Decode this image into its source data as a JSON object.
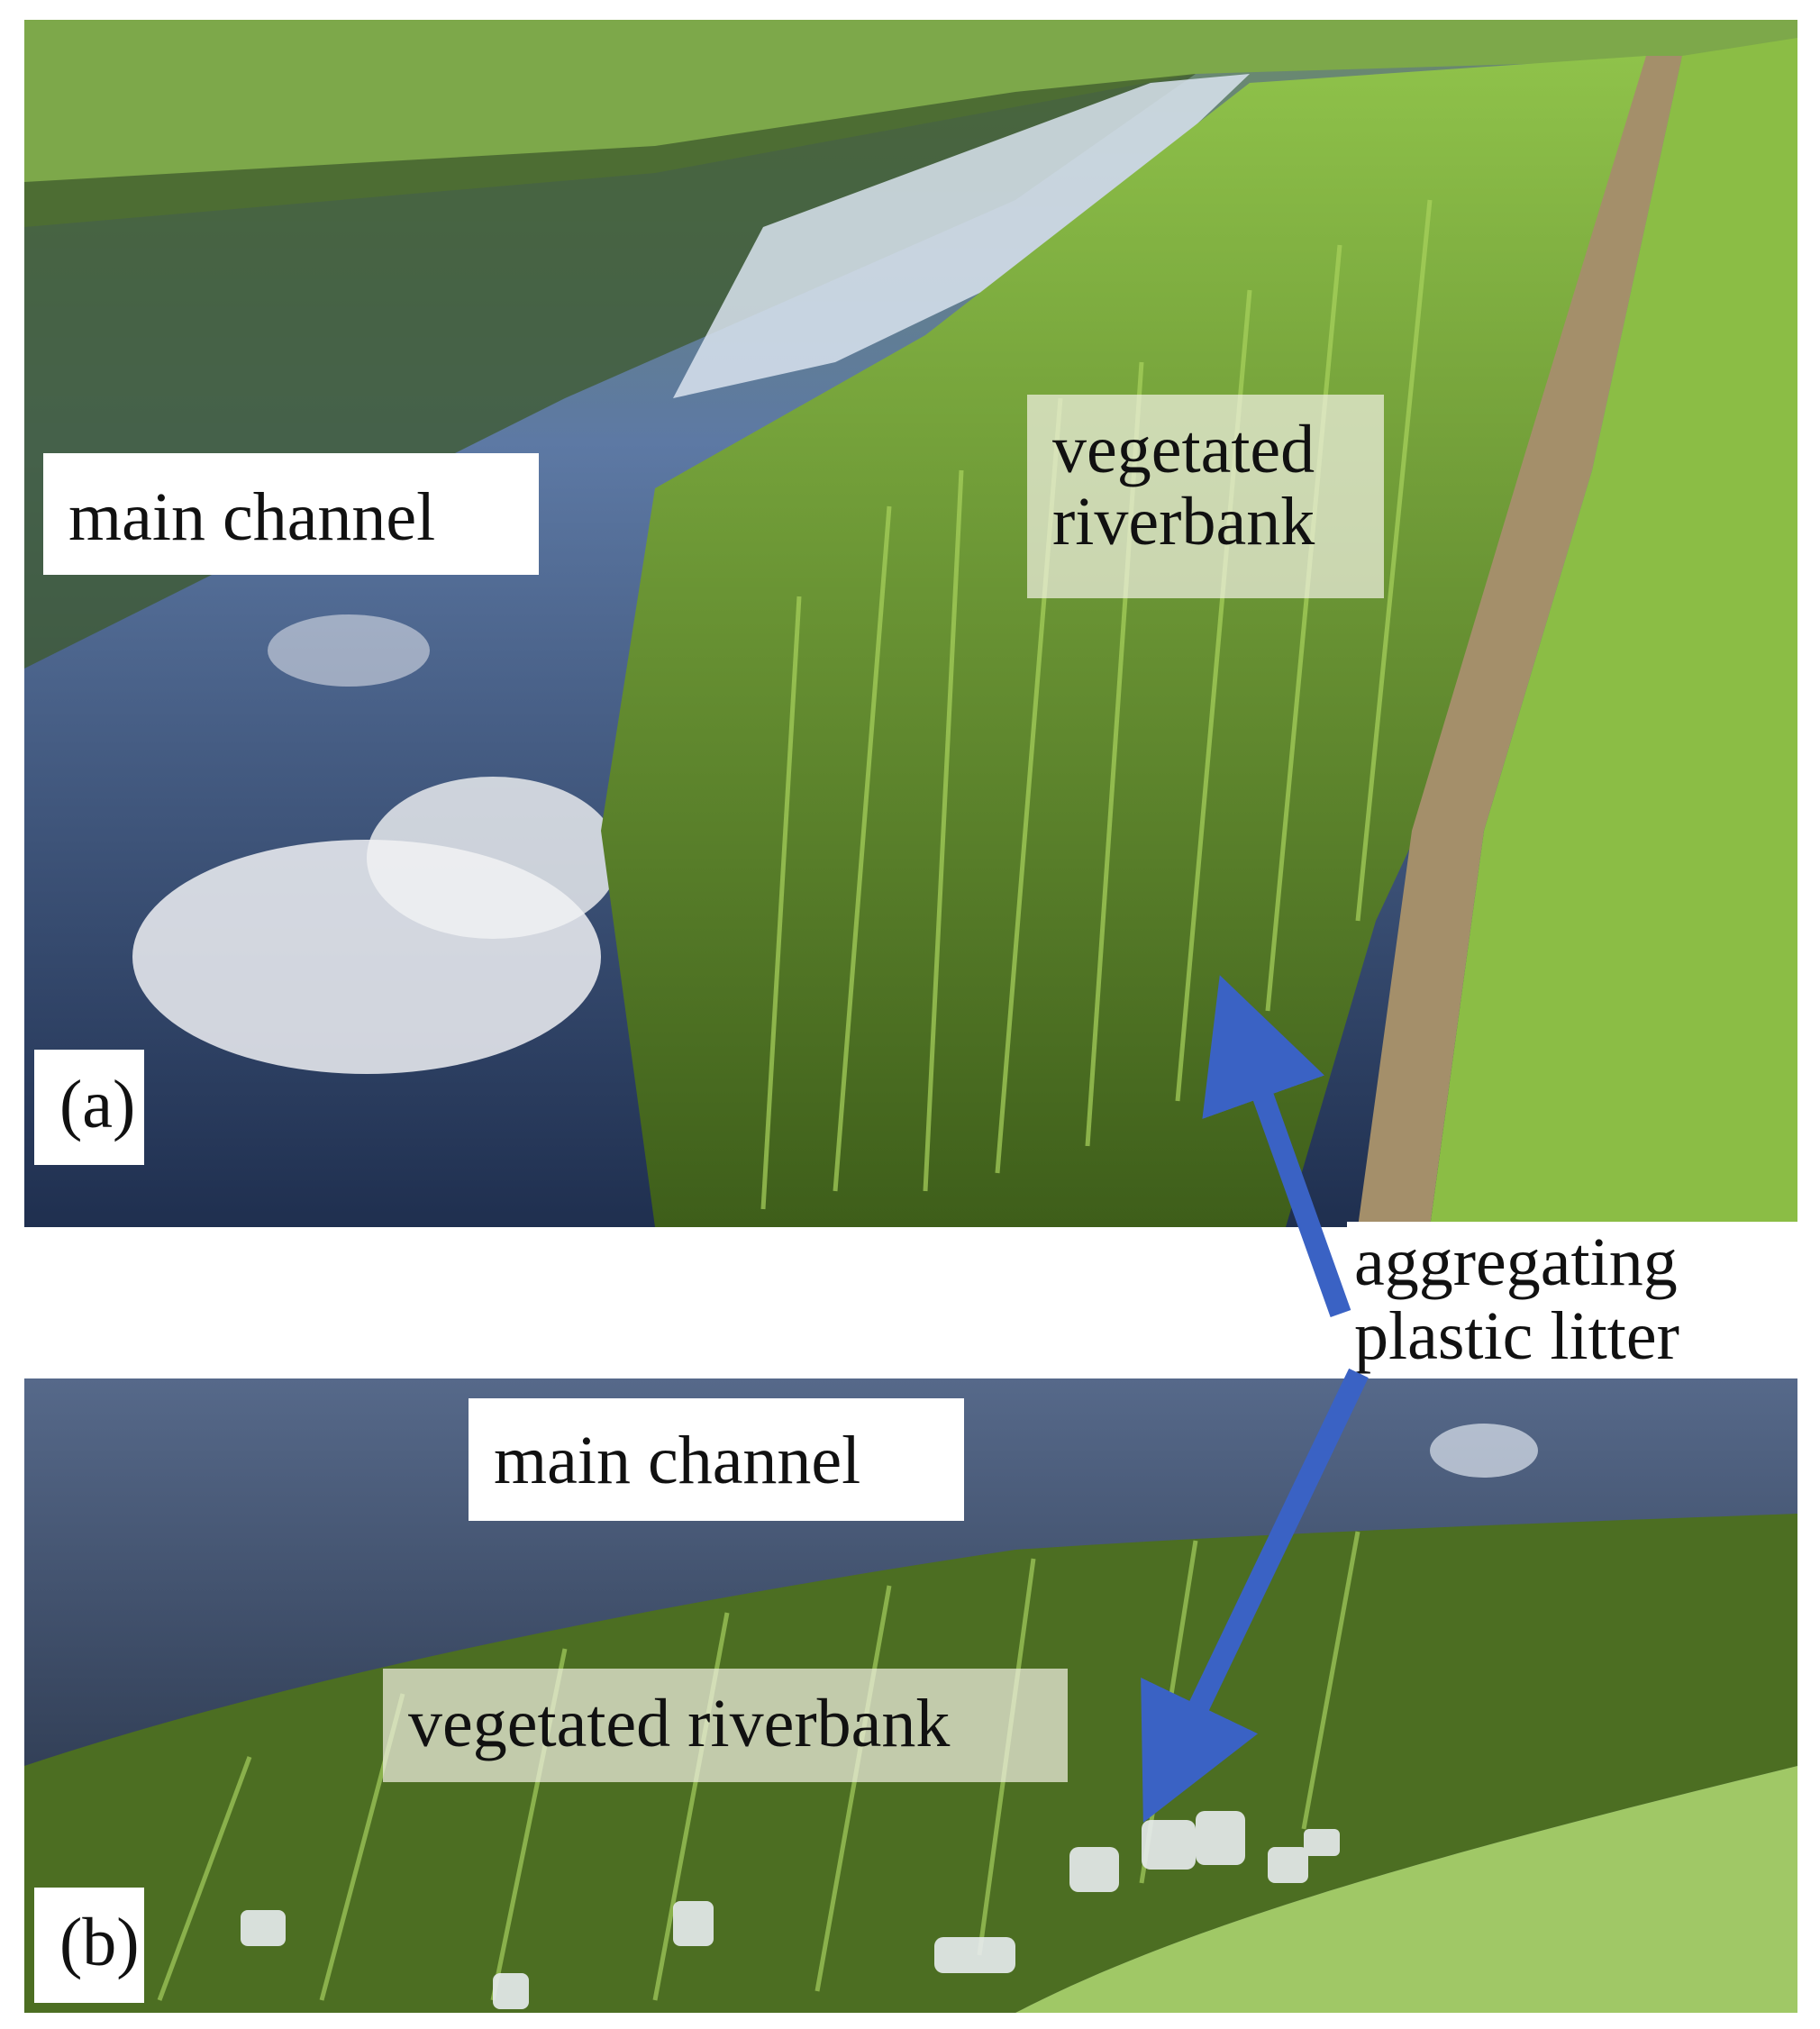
{
  "panel_a": {
    "tag": "(a)",
    "main_channel_label": "main channel",
    "vegetated_riverbank_label": "vegetated riverbank"
  },
  "panel_b": {
    "tag": "(b)",
    "main_channel_label": "main channel",
    "vegetated_riverbank_label": "vegetated riverbank"
  },
  "callout": {
    "text": "aggregating plastic litter",
    "arrow_color": "#3a62c4"
  },
  "colors": {
    "water_dark": "#2d3f63",
    "sky_reflection": "#9fb6d3",
    "grass_green": "#7fae3a",
    "reed_green": "#5e8f25",
    "bank_soil": "#8c7a58"
  }
}
